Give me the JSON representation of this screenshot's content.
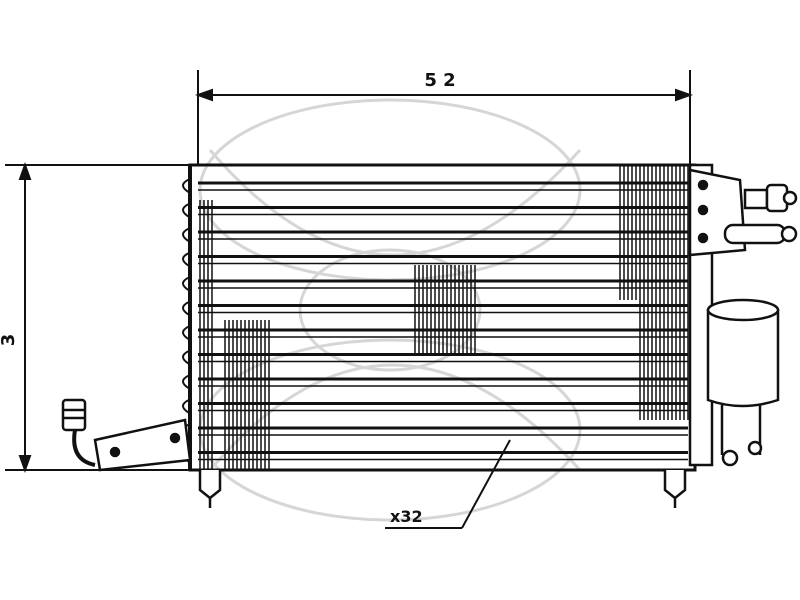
{
  "dimensions": {
    "width_label": "5 2",
    "height_label": "3"
  },
  "callout": {
    "tube_count_label": "x32"
  },
  "icons": {
    "watermark": "watermark-logo-icon",
    "condenser": "condenser-core-icon",
    "receiver_drier": "receiver-drier-icon",
    "inlet_fitting": "inlet-fitting-icon",
    "outlet_fitting": "outlet-fitting-icon"
  },
  "colors": {
    "ink": "#111111",
    "watermark": "#d6d6d6",
    "background": "#ffffff"
  }
}
